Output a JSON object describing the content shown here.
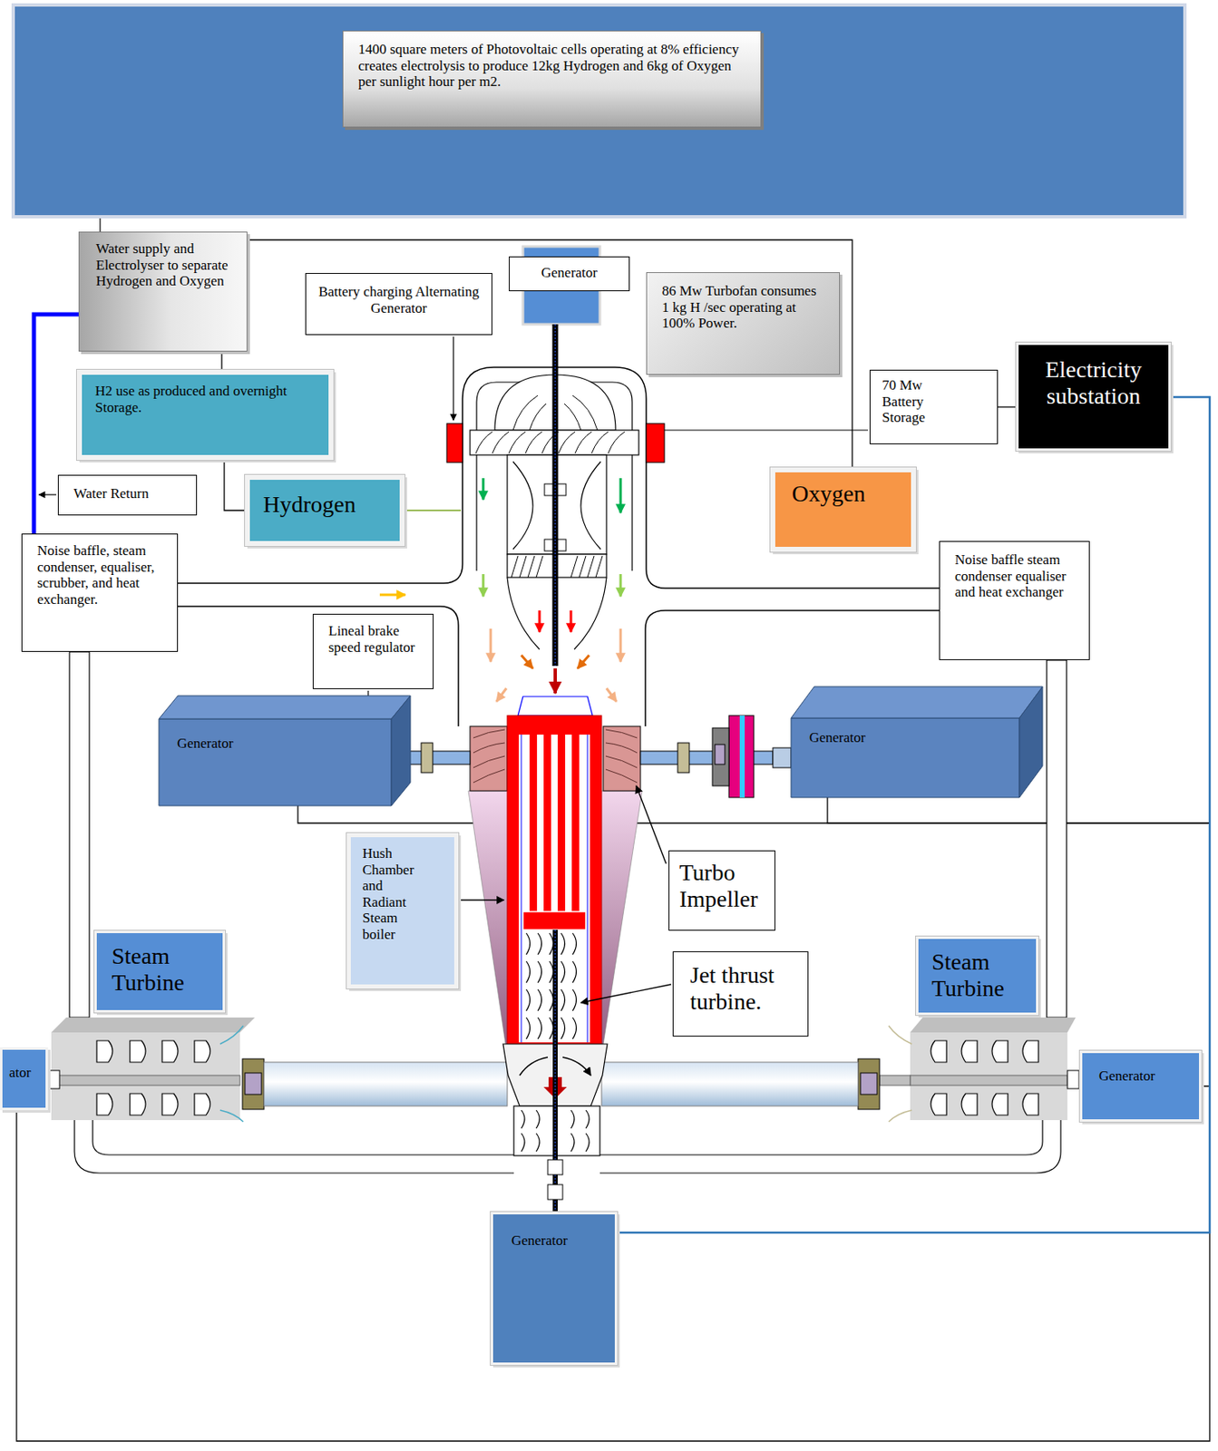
{
  "diagram": {
    "nodes": [
      {
        "text": [
          "1400 square meters of Photovoltaic cells operating at 8% efficiency creates electrolysis to produce 12kg Hydrogen and 6kg of Oxygen per sunlight hour per m2."
        ]
      },
      {
        "text": [
          "Water supply and Electrolyser to separate Hydrogen and Oxygen"
        ]
      },
      {
        "text": [
          "Generator"
        ]
      },
      {
        "text": [
          "Battery charging Alternating Generator"
        ]
      },
      {
        "text": [
          "86 Mw Turbofan consumes 1 kg H /sec operating at 100% Power."
        ]
      },
      {
        "text": [
          "70 Mw Battery Storage"
        ]
      },
      {
        "text": [
          "Electricity substation"
        ]
      },
      {
        "text": [
          "H2 use as produced and overnight Storage."
        ]
      },
      {
        "text": [
          "Water Return"
        ]
      },
      {
        "text": [
          "Hydrogen"
        ]
      },
      {
        "text": [
          "Oxygen"
        ]
      },
      {
        "text": [
          "Noise baffle, steam condenser, equaliser, scrubber, and heat exchanger."
        ]
      },
      {
        "text": [
          "Noise baffle steam condenser equaliser and heat exchanger"
        ]
      },
      {
        "text": [
          "Lineal brake speed regulator"
        ]
      },
      {
        "text": [
          "Generator"
        ]
      },
      {
        "text": [
          "Generator"
        ]
      },
      {
        "text": [
          "Hush Chamber and Radiant Steam boiler"
        ]
      },
      {
        "text": [
          "Turbo Impeller"
        ]
      },
      {
        "text": [
          "Jet thrust turbine."
        ]
      },
      {
        "text": [
          "Steam Turbine"
        ]
      },
      {
        "text": [
          "Steam Turbine"
        ]
      },
      {
        "text": [
          "ator"
        ]
      },
      {
        "text": [
          "Generator"
        ]
      },
      {
        "text": [
          "Generator"
        ]
      }
    ],
    "edges": [
      {
        "from": 1,
        "to": 7,
        "arrow": "none"
      },
      {
        "from": 7,
        "to": 9,
        "arrow": "none"
      },
      {
        "from": 1,
        "to": 10,
        "arrow": "none"
      },
      {
        "from": 5,
        "to": 6,
        "arrow": "none"
      },
      {
        "from": 14,
        "to": 6,
        "arrow": "none"
      },
      {
        "from": 15,
        "to": 6,
        "arrow": "none"
      },
      {
        "from": 21,
        "to": 6,
        "arrow": "none"
      },
      {
        "from": 22,
        "to": 6,
        "arrow": "none"
      },
      {
        "from": 23,
        "to": 6,
        "arrow": "none"
      },
      {
        "from": 11,
        "to": 1,
        "arrow": "none"
      }
    ]
  }
}
